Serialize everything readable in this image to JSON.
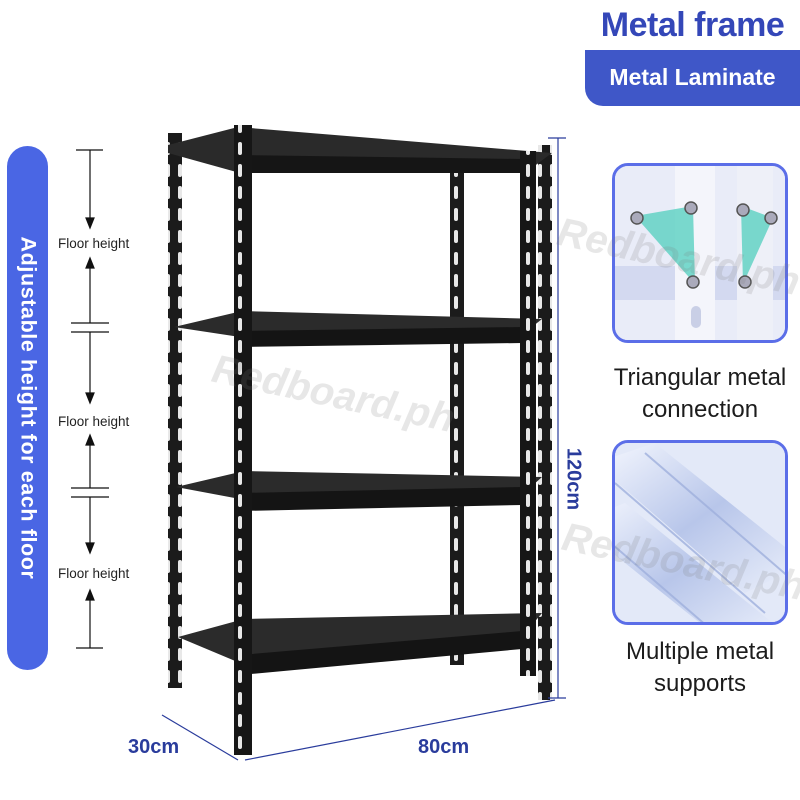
{
  "header": {
    "title": "Metal frame",
    "subtitle": "Metal Laminate"
  },
  "side_banner": {
    "text": "Adjustable height for each floor"
  },
  "floor_labels": [
    "Floor height",
    "Floor height",
    "Floor height"
  ],
  "dimensions": {
    "height": "120cm",
    "depth": "30cm",
    "width": "80cm"
  },
  "features": [
    {
      "caption_line1": "Triangular metal",
      "caption_line2": "connection",
      "icon": "triangular-bracket-photo"
    },
    {
      "caption_line1": "Multiple metal",
      "caption_line2": "supports",
      "icon": "metal-supports-photo"
    }
  ],
  "watermarks": [
    "Redboard.ph",
    "Redboard.ph",
    "Redboard.ph"
  ],
  "colors": {
    "brand_blue": "#3f57c8",
    "pill_blue": "#4a66e4",
    "dimension_blue": "#2a3c9c",
    "shelf_black": "#1e1e1e"
  }
}
